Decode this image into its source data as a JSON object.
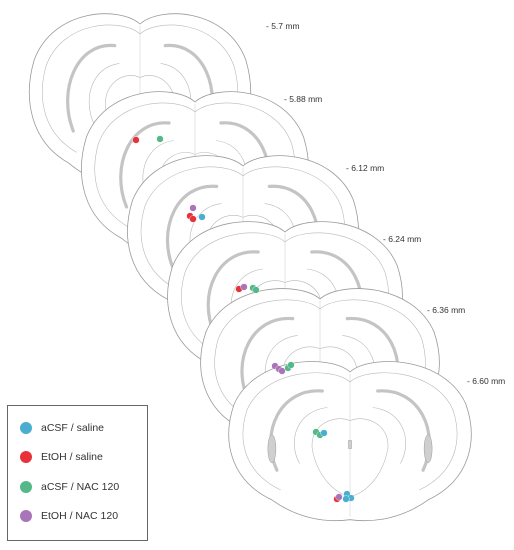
{
  "colors": {
    "aCSF / saline": "#4aaed0",
    "EtOH / saline": "#e8323a",
    "aCSF / NAC 120": "#55b888",
    "EtOH / NAC 120": "#a974b8"
  },
  "sections": [
    {
      "label": "- 5.7 mm",
      "placements": [
        {
          "group": "EtOH / saline",
          "n": 1
        },
        {
          "group": "aCSF / NAC 120",
          "n": 1
        }
      ]
    },
    {
      "label": "- 5.88 mm",
      "placements": [
        {
          "group": "EtOH / NAC 120",
          "n": 1
        },
        {
          "group": "EtOH / saline",
          "n": 2
        },
        {
          "group": "aCSF / saline",
          "n": 1
        }
      ]
    },
    {
      "label": "- 6.12 mm",
      "placements": [
        {
          "group": "EtOH / saline",
          "n": 1
        },
        {
          "group": "EtOH / NAC 120",
          "n": 1
        },
        {
          "group": "aCSF / NAC 120",
          "n": 2
        }
      ]
    },
    {
      "label": "- 6.24 mm",
      "placements": [
        {
          "group": "EtOH / NAC 120",
          "n": 3
        },
        {
          "group": "aCSF / NAC 120",
          "n": 2
        }
      ]
    },
    {
      "label": "- 6.36 mm",
      "placements": [
        {
          "group": "aCSF / NAC 120",
          "n": 2
        },
        {
          "group": "aCSF / saline",
          "n": 1
        }
      ]
    },
    {
      "label": "- 6.60 mm",
      "placements": [
        {
          "group": "EtOH / saline",
          "n": 1
        },
        {
          "group": "EtOH / NAC 120",
          "n": 1
        },
        {
          "group": "aCSF / saline",
          "n": 3
        }
      ]
    }
  ],
  "legend": [
    {
      "label": "aCSF / saline",
      "color": "#4aaed0"
    },
    {
      "label": "EtOH / saline",
      "color": "#e8323a"
    },
    {
      "label": "aCSF / NAC 120",
      "color": "#55b888"
    },
    {
      "label": "EtOH / NAC 120",
      "color": "#a974b8"
    }
  ]
}
